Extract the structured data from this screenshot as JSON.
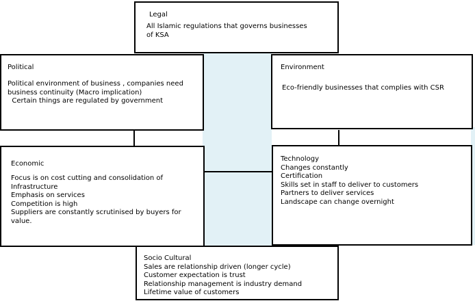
{
  "legal": {
    "title": "Legal",
    "lines": [
      "All Islamic regulations that governs businesses",
      "of KSA"
    ]
  },
  "political": {
    "title": "Political",
    "lines": [
      "Political environment of business , companies need",
      "business continuity (Macro implication)",
      "  Certain things are regulated by government"
    ]
  },
  "environment": {
    "title": "Environment",
    "lines": [
      "Eco-friendly businesses that complies with CSR"
    ]
  },
  "economic": {
    "title": "Economic",
    "lines": [
      "Focus is on cost cutting and consolidation of",
      "Infrastructure",
      "Emphasis on services",
      "Competition is high",
      "Suppliers are constantly scrutinised by buyers for",
      "value."
    ]
  },
  "technology": {
    "title": "Technology",
    "lines": [
      "Changes constantly",
      "Certification",
      "Skills set in staff to deliver to customers",
      "Partners to deliver services",
      "Landscape can change overnight"
    ]
  },
  "socio_cultural": {
    "title": "Socio Cultural",
    "lines": [
      "Sales are relationship driven (longer cycle)",
      "Customer expectation is trust",
      "Relationship management is industry demand",
      "Lifetime value of customers"
    ]
  }
}
